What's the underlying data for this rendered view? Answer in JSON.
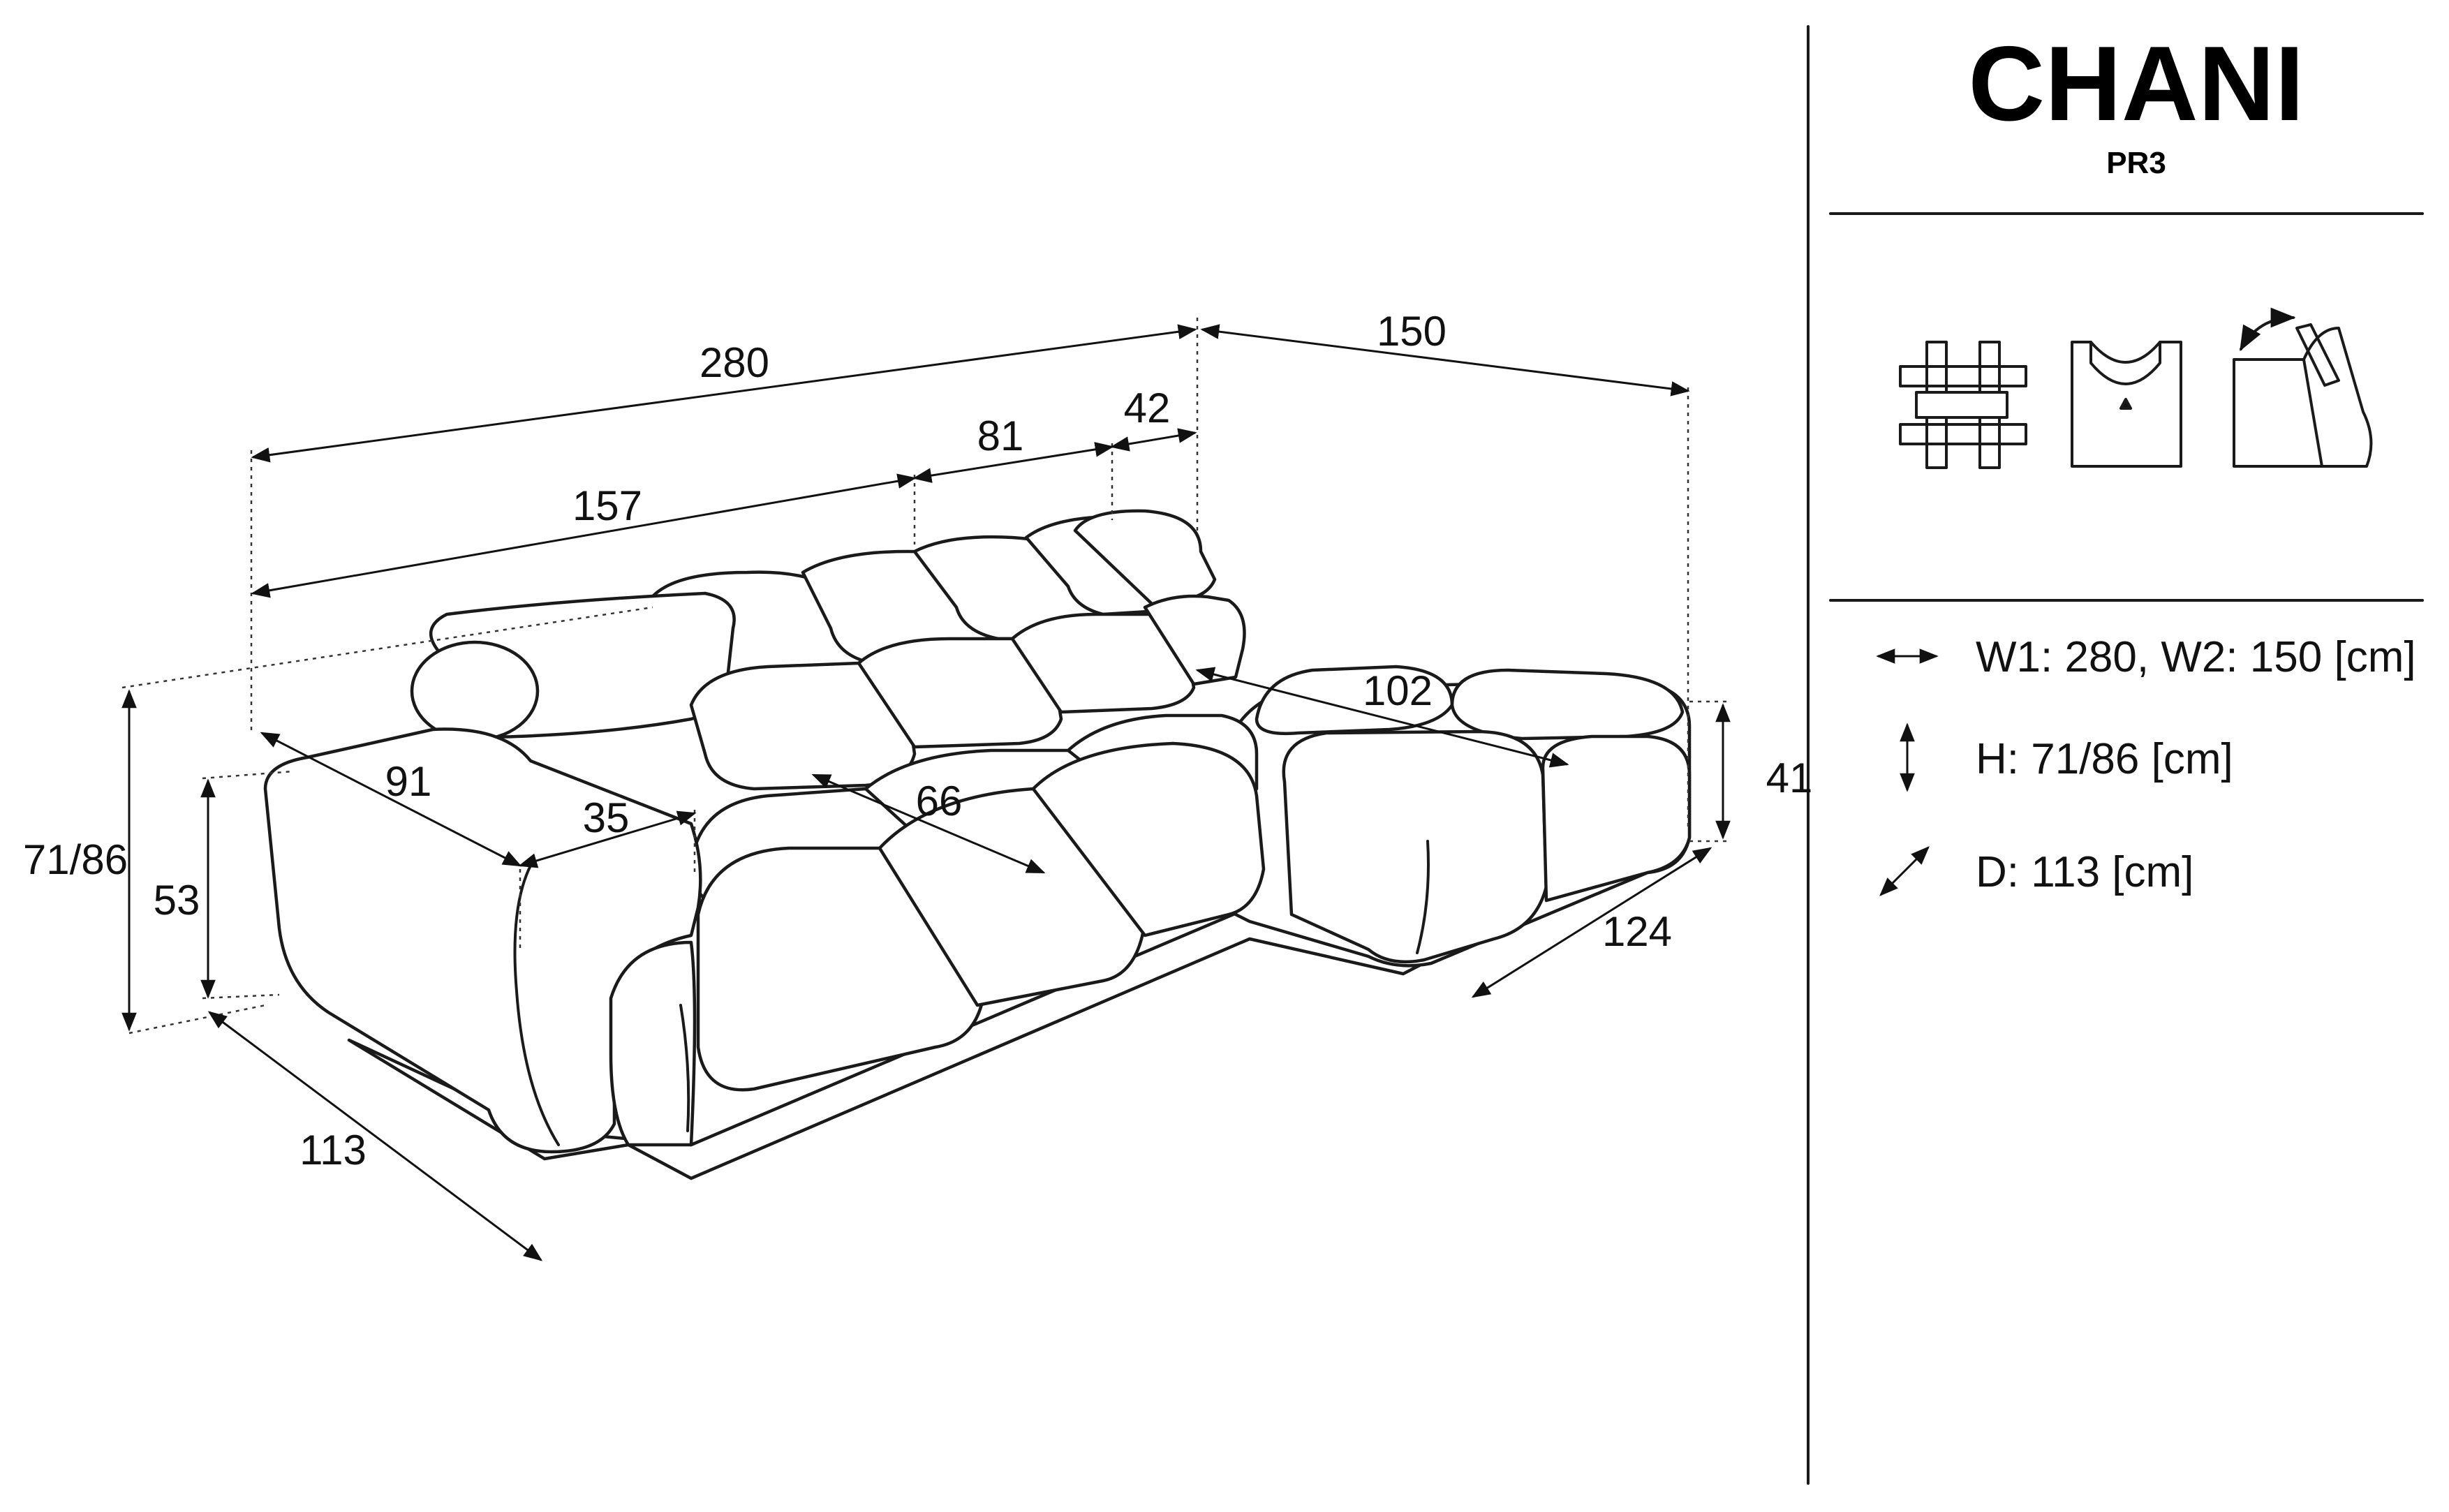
{
  "header": {
    "model_name": "CHANI",
    "model_code": "PR3"
  },
  "features": [
    {
      "icon": "woven-fabric-icon"
    },
    {
      "icon": "removable-cover-icon"
    },
    {
      "icon": "adjustable-headrest-icon"
    }
  ],
  "specs": [
    {
      "icon": "width-arrow-icon",
      "text": "W1: 280, W2: 150 [cm]"
    },
    {
      "icon": "height-arrow-icon",
      "text": "H: 71/86 [cm]"
    },
    {
      "icon": "depth-arrow-icon",
      "text": "D: 113 [cm]"
    }
  ],
  "dimensions": {
    "total_width": "280",
    "chaise_width": "150",
    "back_width": "157",
    "mid_width": "81",
    "headrest_width": "42",
    "depth": "113",
    "chaise_depth": "124",
    "height": "71/86",
    "arm_height": "53",
    "chaise_height": "41",
    "arm_depth": "91",
    "arm_width": "35",
    "seat_depth": "66",
    "chaise_seat_depth": "102"
  },
  "colors": {
    "line": "#1a1a1a",
    "background": "#ffffff"
  }
}
